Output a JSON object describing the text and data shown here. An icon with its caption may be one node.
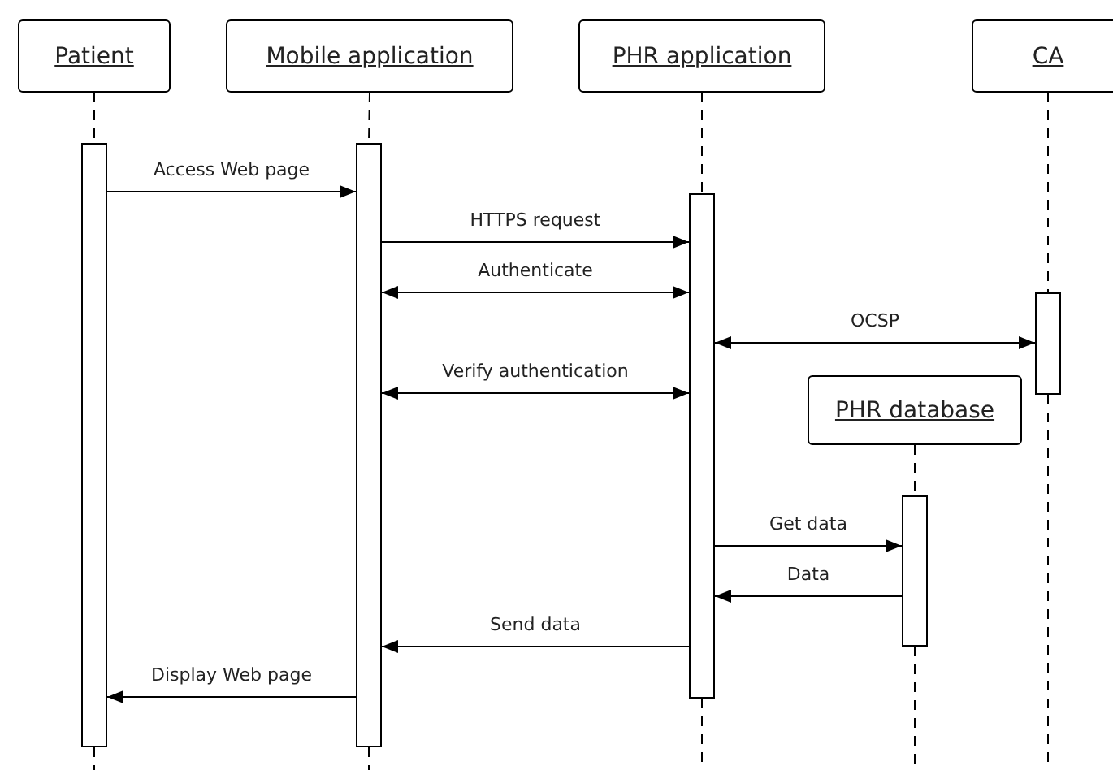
{
  "diagram": {
    "nodes": [
      {
        "text": [
          "Patient"
        ]
      },
      {
        "text": [
          "Mobile application"
        ]
      },
      {
        "text": [
          "PHR application"
        ]
      },
      {
        "text": [
          "CA"
        ]
      },
      {
        "text": [
          "PHR database"
        ]
      },
      {
        "text": [],
        "shape": "bar"
      },
      {
        "text": [],
        "shape": "bar"
      },
      {
        "text": [],
        "shape": "bar"
      },
      {
        "text": [],
        "shape": "bar"
      },
      {
        "text": [],
        "shape": "bar"
      }
    ],
    "edges": [
      {
        "from": 0,
        "to": 5,
        "arrow": "none",
        "style": "dashed"
      },
      {
        "from": 1,
        "to": 6,
        "arrow": "none",
        "style": "dashed"
      },
      {
        "from": 2,
        "to": 7,
        "arrow": "none",
        "style": "dashed"
      },
      {
        "from": 3,
        "to": 8,
        "arrow": "none",
        "style": "dashed"
      },
      {
        "from": 4,
        "to": 9,
        "arrow": "none",
        "style": "dashed"
      },
      {
        "from": 5,
        "to": 6,
        "arrow": "to",
        "label": "Access Web page"
      },
      {
        "from": 6,
        "to": 7,
        "arrow": "to",
        "label": "HTTPS request"
      },
      {
        "from": 6,
        "to": 7,
        "arrow": "both",
        "label": "Authenticate"
      },
      {
        "from": 7,
        "to": 8,
        "arrow": "both",
        "label": "OCSP"
      },
      {
        "from": 6,
        "to": 7,
        "arrow": "both",
        "label": "Verify authentication"
      },
      {
        "from": 7,
        "to": 9,
        "arrow": "to",
        "label": "Get data"
      },
      {
        "from": 9,
        "to": 7,
        "arrow": "to",
        "label": "Data"
      },
      {
        "from": 7,
        "to": 6,
        "arrow": "to",
        "label": "Send data"
      },
      {
        "from": 6,
        "to": 5,
        "arrow": "to",
        "label": "Display Web page"
      }
    ]
  }
}
